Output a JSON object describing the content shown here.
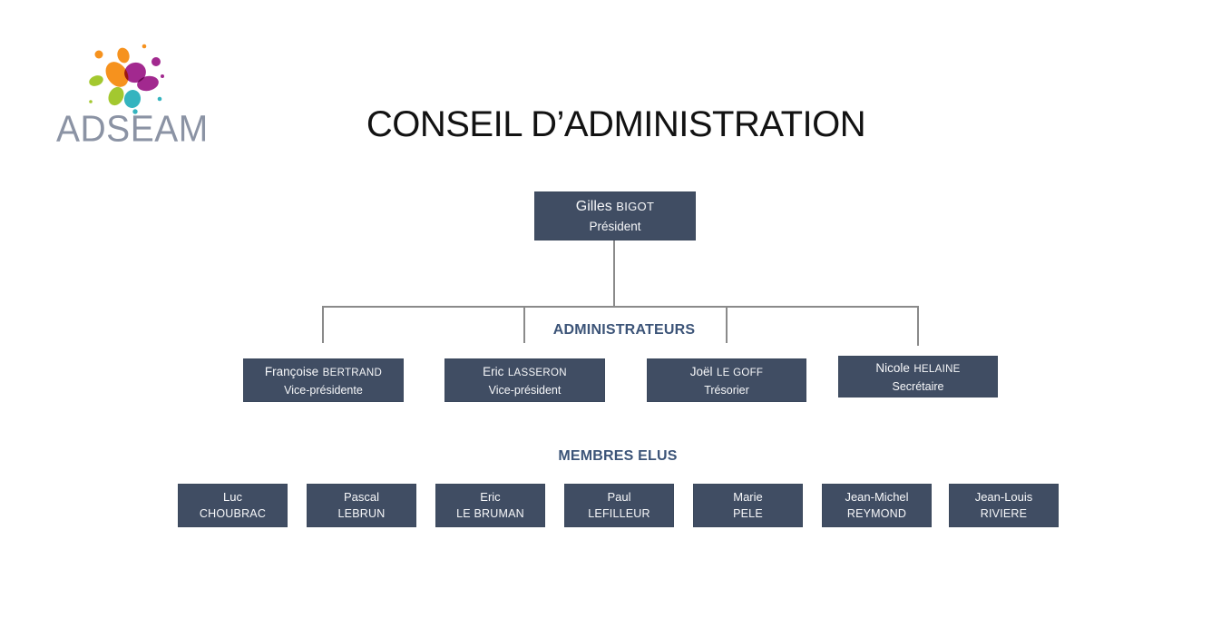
{
  "title": "CONSEIL D’ADMINISTRATION",
  "logo": {
    "brand": "ADSEAM",
    "colors": {
      "orange": "#F6921E",
      "purple": "#A2298F",
      "green": "#A3C82F",
      "teal": "#35B4BF",
      "wordmark": "#8B93A4"
    }
  },
  "org": {
    "president": {
      "first": "Gilles",
      "last": "BIGOT",
      "role": "Président"
    },
    "administrators_label": "ADMINISTRATEURS",
    "administrators": [
      {
        "first": "Françoise",
        "last": "BERTRAND",
        "role": "Vice-présidente"
      },
      {
        "first": "Eric",
        "last": "LASSERON",
        "role": "Vice-président"
      },
      {
        "first": "Joël",
        "last": "LE GOFF",
        "role": "Trésorier"
      },
      {
        "first": "Nicole",
        "last": "HELAINE",
        "role": "Secrétaire"
      }
    ],
    "members_label": "MEMBRES ELUS",
    "members": [
      {
        "first": "Luc",
        "last": "CHOUBRAC"
      },
      {
        "first": "Pascal",
        "last": "LEBRUN"
      },
      {
        "first": "Eric",
        "last": "LE BRUMAN"
      },
      {
        "first": "Paul",
        "last": "LEFILLEUR"
      },
      {
        "first": "Marie",
        "last": "PELE"
      },
      {
        "first": "Jean-Michel",
        "last": "REYMOND"
      },
      {
        "first": "Jean-Louis",
        "last": "RIVIERE"
      }
    ],
    "colors": {
      "box_fill": "#404D63",
      "box_text": "#FFFFFF",
      "connector": "#8A8A8A",
      "label": "#3C5478"
    }
  }
}
